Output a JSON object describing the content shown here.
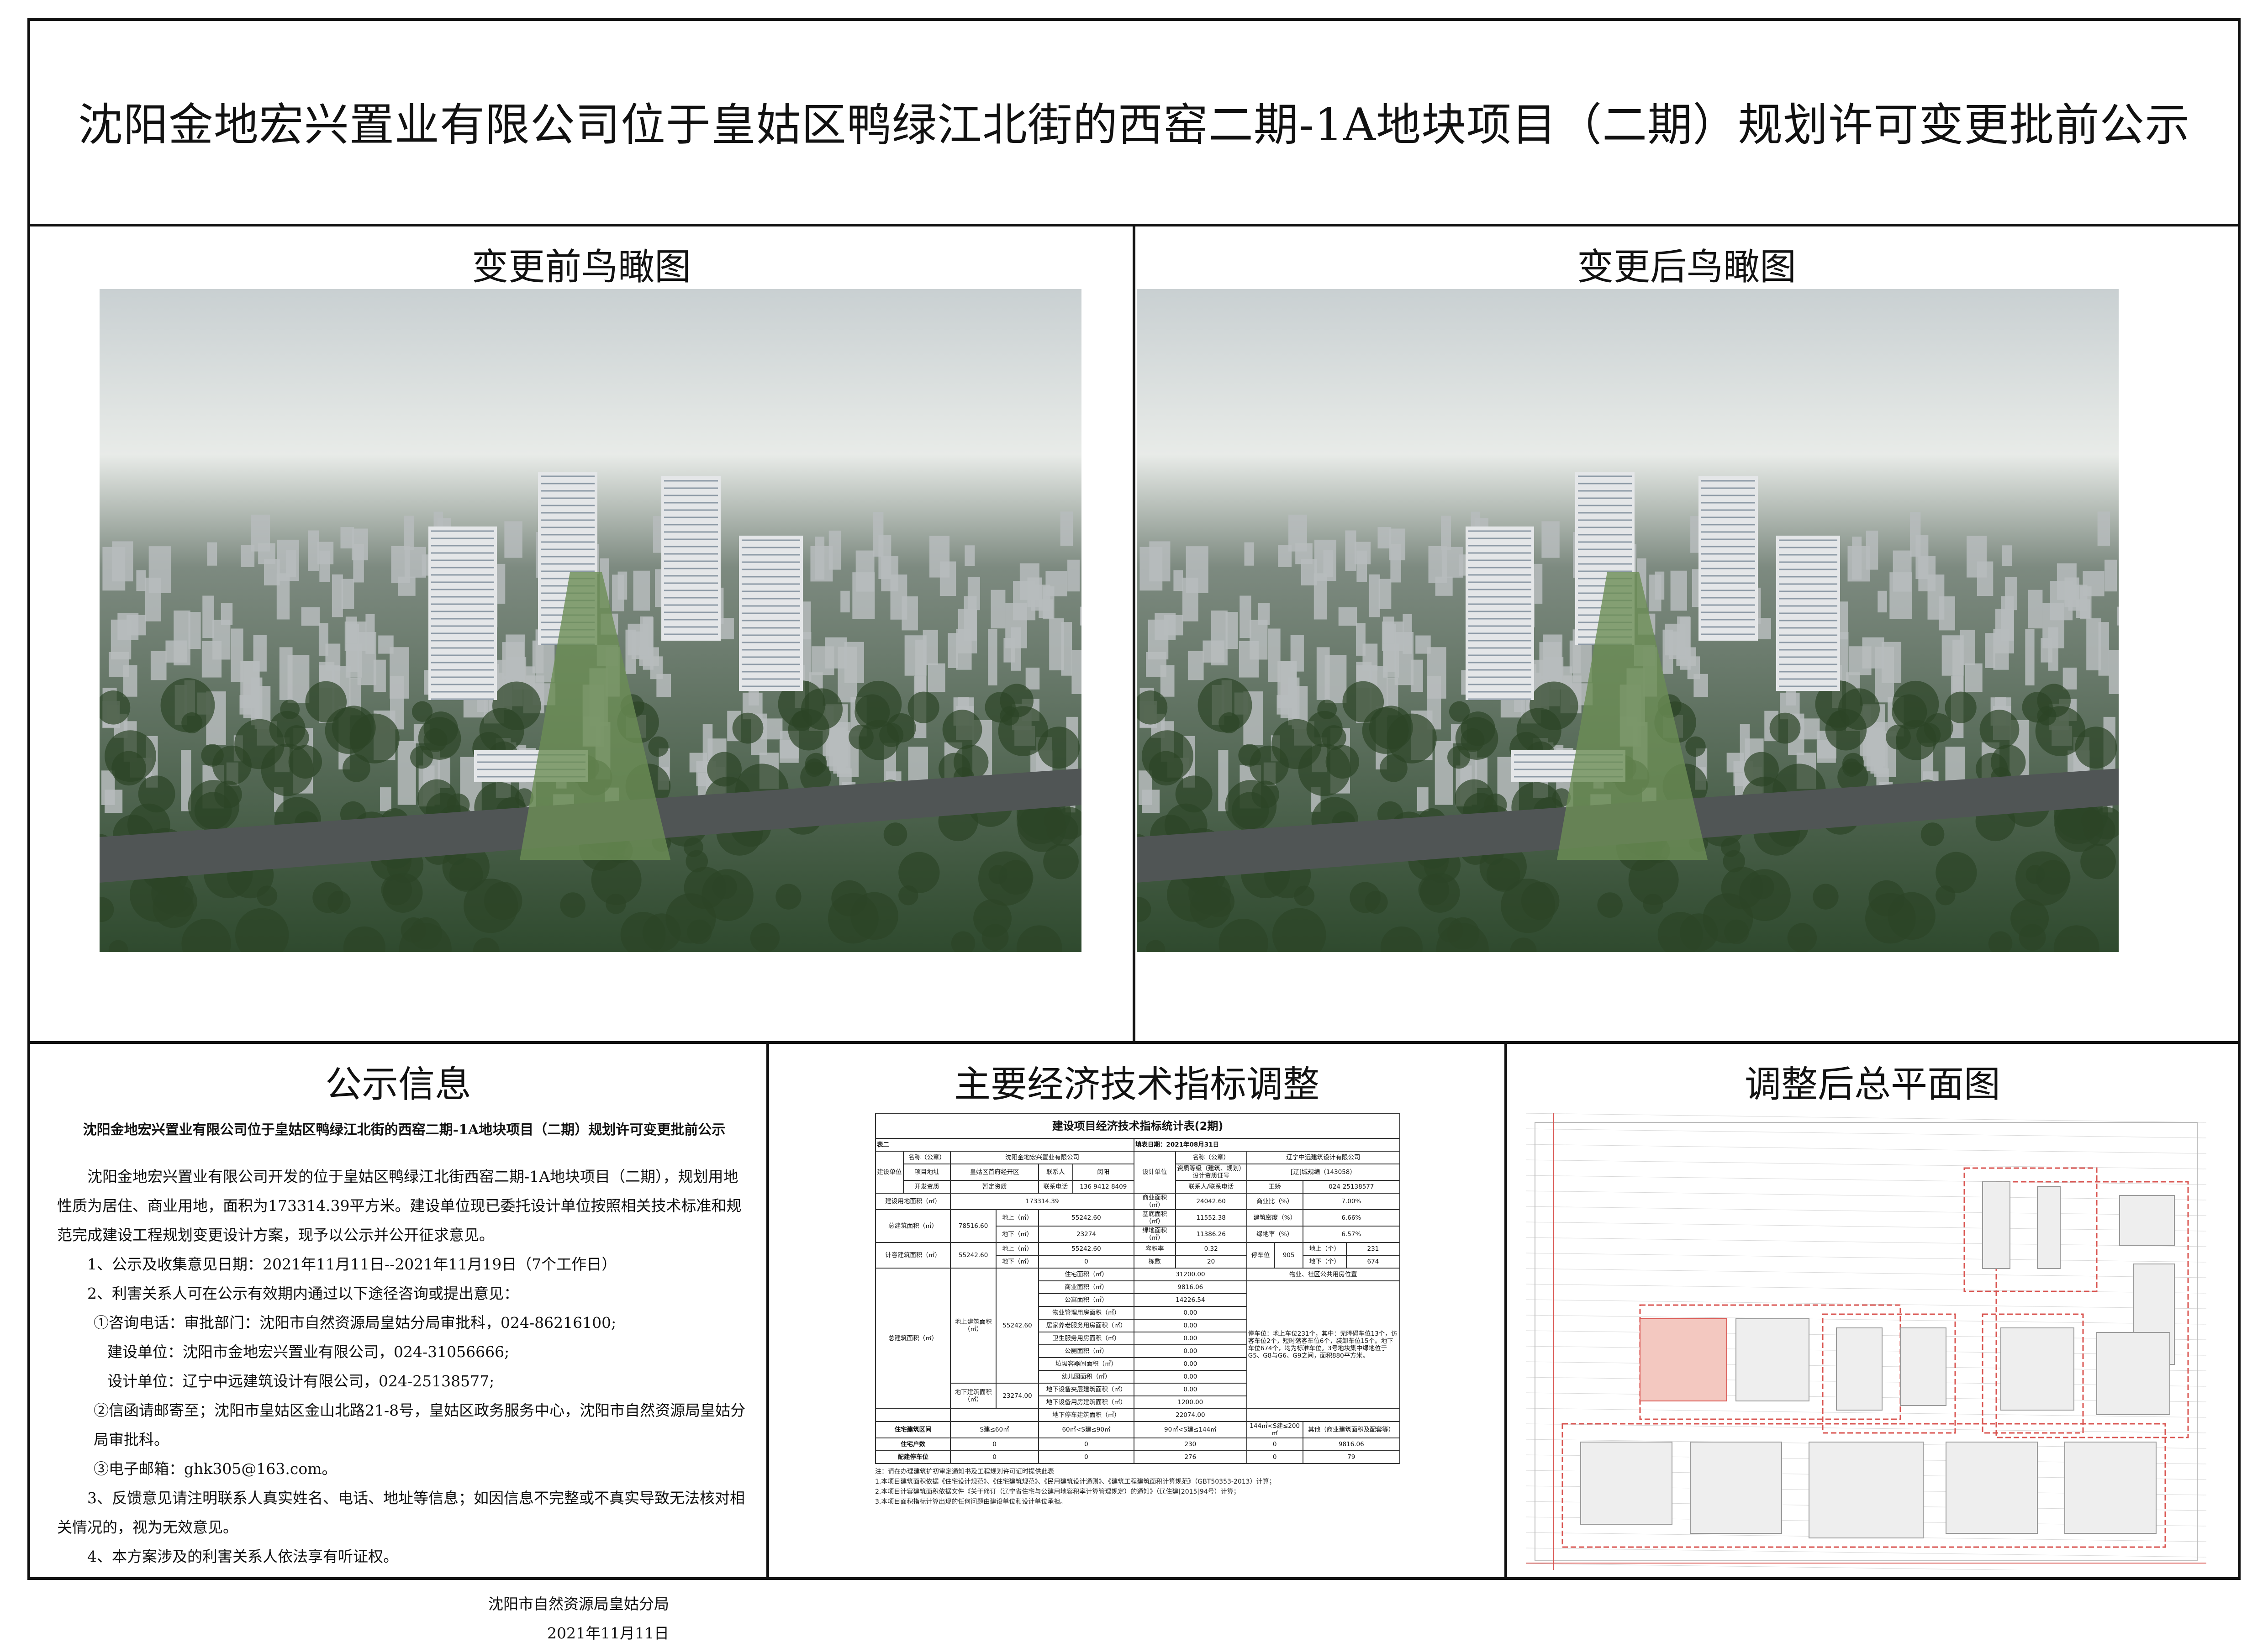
{
  "title": "沈阳金地宏兴置业有限公司位于皇姑区鸭绿江北街的西窑二期-1A地块项目（二期）规划许可变更批前公示",
  "before_heading": "变更前鸟瞰图",
  "after_heading": "变更后鸟瞰图",
  "notice": {
    "heading": "公示信息",
    "title": "沈阳金地宏兴置业有限公司位于皇姑区鸭绿江北街的西窑二期-1A地块项目（二期）规划许可变更批前公示",
    "intro": "沈阳金地宏兴置业有限公司开发的位于皇姑区鸭绿江北街西窑二期-1A地块项目（二期），规划用地性质为居住、商业用地，面积为173314.39平方米。建设单位现已委托设计单位按照相关技术标准和规范完成建设工程规划变更设计方案，现予以公示并公开征求意见。",
    "item1": "1、公示及收集意见日期：2021年11月11日--2021年11月19日（7个工作日）",
    "item2": "2、利害关系人可在公示有效期内通过以下途径咨询或提出意见：",
    "item2a": "①咨询电话：审批部门：沈阳市自然资源局皇姑分局审批科，024-86216100;",
    "item2a_build": "建设单位：沈阳市金地宏兴置业有限公司，024-31056666;",
    "item2a_design": "设计单位：辽宁中远建筑设计有限公司，024-25138577;",
    "item2b": "②信函请邮寄至；沈阳市皇姑区金山北路21-8号，皇姑区政务服务中心，沈阳市自然资源局皇姑分局审批科。",
    "item2c": "③电子邮箱：ghk305@163.com。",
    "item3": "3、反馈意见请注明联系人真实姓名、电话、地址等信息；如因信息不完整或不真实导致无法核对相关情况的，视为无效意见。",
    "item4": "4、本方案涉及的利害关系人依法享有听证权。",
    "signer": "沈阳市自然资源局皇姑分局",
    "date": "2021年11月11日"
  },
  "indicators": {
    "heading": "主要经济技术指标调整",
    "table_title": "建设项目经济技术指标统计表(2期)",
    "table_no": "表二",
    "fill_date": "填表日期：2021年08月31日",
    "build_unit": "建设单位",
    "name_label": "名称（公章）",
    "build_name": "沈阳金地宏兴置业有限公司",
    "address_label": "项目地址",
    "address": "皇姑区首府经开区",
    "contact_label": "联系人",
    "contact": "闵阳",
    "qual_label": "开发资质",
    "qual": "暂定资质",
    "phone_label": "联系电话",
    "phone": "136 9412 8409",
    "design_unit": "设计单位",
    "design_name": "辽宁中远建筑设计有限公司",
    "design_qual_label": "资质等级（建筑、规划）设计资质证号",
    "design_qual": "[辽]城规编（143058）",
    "design_contact_label": "联系人/联系电话",
    "design_contact": "王娇",
    "design_phone": "024-25138577",
    "land_area_label": "建设用地面积（㎡）",
    "land_area": "173314.39",
    "comm_area_label": "商业面积（㎡）",
    "comm_area": "24042.60",
    "comm_ratio_label": "商业比（%）",
    "comm_ratio": "7.00%",
    "total_area_label": "总建筑面积（㎡）",
    "total_area": "78516.60",
    "above_label": "地上（㎡）",
    "above": "55242.60",
    "below_label": "地下（㎡）",
    "below": "23274",
    "base_area_label": "基底面积（㎡）",
    "base_area": "11552.38",
    "density_label": "建筑密度（%）",
    "density": "6.66%",
    "green_area_label": "绿地面积（㎡）",
    "green_area": "11386.26",
    "green_ratio_label": "绿地率（%）",
    "green_ratio": "6.57%",
    "far_area_label": "计容建筑面积（㎡）",
    "far_area": "55242.60",
    "far_above": "55242.60",
    "far_below": "0",
    "far_label": "容积率",
    "far": "0.32",
    "bldg_count_label": "栋数",
    "bldg_count": "20",
    "parking_label": "停车位",
    "parking_total": "905",
    "parking_above_label": "地上（个）",
    "parking_above": "231",
    "parking_below_label": "地下（个）",
    "parking_below": "674",
    "above_bldg_label": "地上建筑面积（㎡）",
    "above_bldg": "55242.60",
    "below_bldg_label": "地下建筑面积（㎡）",
    "below_bldg": "23274.00",
    "detail_rows": [
      {
        "label": "住宅面积（㎡）",
        "value": "31200.00"
      },
      {
        "label": "商业面积（㎡）",
        "value": "9816.06"
      },
      {
        "label": "公寓面积（㎡）",
        "value": "14226.54"
      },
      {
        "label": "物业管理用房面积（㎡）",
        "value": "0.00"
      },
      {
        "label": "居家养老服务用房面积（㎡）",
        "value": "0.00"
      },
      {
        "label": "卫生服务用房面积（㎡）",
        "value": "0.00"
      },
      {
        "label": "公厕面积（㎡）",
        "value": "0.00"
      },
      {
        "label": "垃圾容器间面积（㎡）",
        "value": "0.00"
      },
      {
        "label": "幼儿园面积（㎡）",
        "value": "0.00"
      },
      {
        "label": "地下设备夹层建筑面积（㎡）",
        "value": "0.00"
      },
      {
        "label": "地下设备用房建筑面积（㎡）",
        "value": "1200.00"
      },
      {
        "label": "地下停车建筑面积（㎡）",
        "value": "22074.00"
      }
    ],
    "public_room_label": "物业、社区公共用房位置",
    "parking_note": "停车位：地上车位231个，其中：无障碍车位13个，访客车位2个，短时落客车位6个，装卸车位15个。地下车位674个，均为标准车位。3号地块集中绿地位于G5、G8与G6、G9之间，面积880平方米。",
    "range_label": "住宅建筑区间",
    "ranges": [
      "S建≤60㎡",
      "60㎡<S建≤90㎡",
      "90㎡<S建≤144㎡",
      "144㎡<S建≤200㎡",
      "其他（商业建筑面积及配套等）"
    ],
    "units_label": "住宅户数",
    "units": [
      "0",
      "0",
      "230",
      "0",
      "9816.06"
    ],
    "parking_alloc_label": "配建停车位",
    "parking_alloc": [
      "0",
      "0",
      "276",
      "0",
      "79"
    ],
    "notes": [
      "注：请在办理建筑扩初审定通知书及工程规划许可证时提供此表",
      "1.本项目建筑面积依据《住宅设计规范》、《住宅建筑规范》、《民用建筑设计通则》、《建筑工程建筑面积计算规范》（GBT50353-2013）计算；",
      "2.本项目计容建筑面积依据文件《关于修订（辽宁省住宅与公建用地容积率计算管理规定）的通知》（辽住建[2015]94号）计算；",
      "3.本项目面积指标计算出现的任何问题由建设单位和设计单位承担。"
    ]
  },
  "plan_heading": "调整后总平面图",
  "colors": {
    "border": "#111111",
    "plan_red": "#d9534f",
    "plan_grey": "#9a9a9a"
  }
}
